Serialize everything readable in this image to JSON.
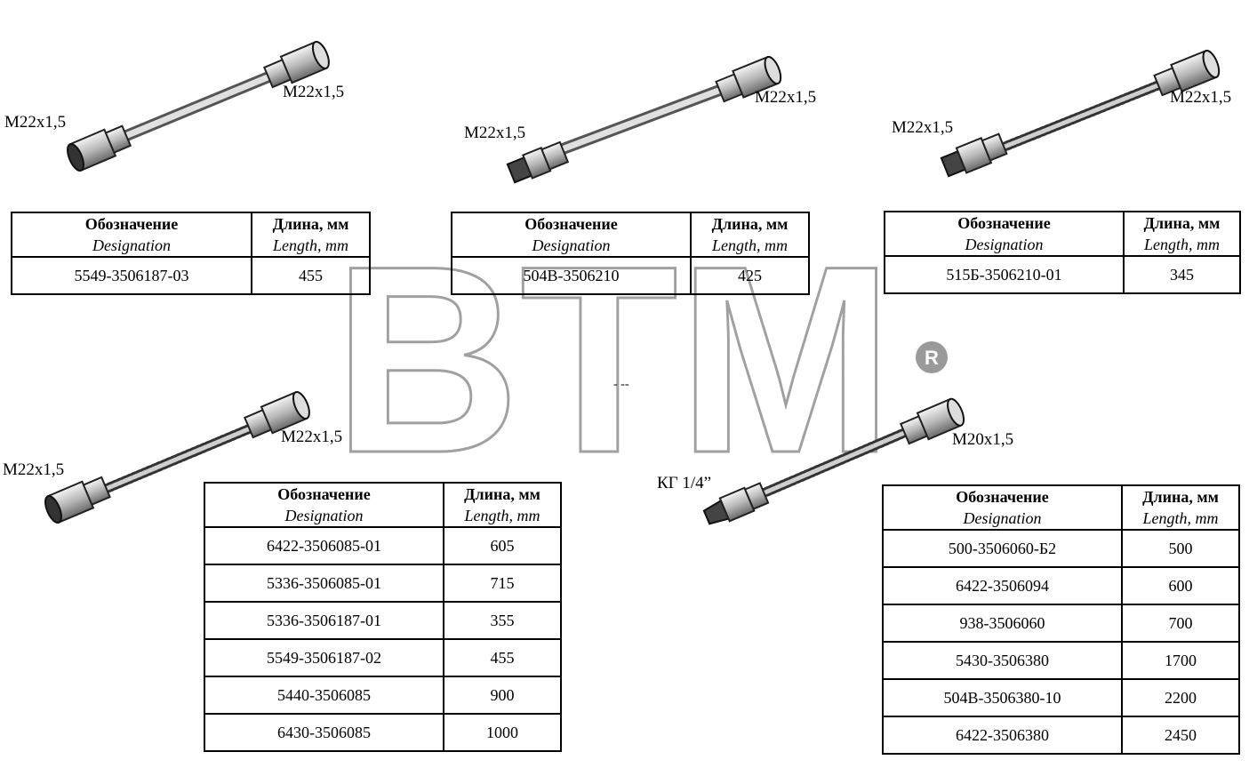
{
  "watermark": {
    "text": "BTM",
    "mark": "®"
  },
  "dash_text": "- --",
  "hoses": [
    {
      "left_label": "M22x1,5",
      "right_label": "M22x1,5"
    },
    {
      "left_label": "M22x1,5",
      "right_label": "M22x1,5"
    },
    {
      "left_label": "M22x1,5",
      "right_label": "M22x1,5"
    },
    {
      "left_label": "M22x1,5",
      "right_label": "M22x1,5"
    },
    {
      "left_label": "КГ 1/4”",
      "right_label": "M20x1,5"
    }
  ],
  "tables": [
    {
      "header": {
        "designation_ru": "Обозначение",
        "designation_en": "Designation",
        "length_ru": "Длина, мм",
        "length_en": "Length, mm"
      },
      "rows": [
        {
          "designation": "5549-3506187-03",
          "length": "455"
        }
      ]
    },
    {
      "header": {
        "designation_ru": "Обозначение",
        "designation_en": "Designation",
        "length_ru": "Длина, мм",
        "length_en": "Length, mm"
      },
      "rows": [
        {
          "designation": "504В-3506210",
          "length": "425"
        }
      ]
    },
    {
      "header": {
        "designation_ru": "Обозначение",
        "designation_en": "Designation",
        "length_ru": "Длина, мм",
        "length_en": "Length, mm"
      },
      "rows": [
        {
          "designation": "515Б-3506210-01",
          "length": "345"
        }
      ]
    },
    {
      "header": {
        "designation_ru": "Обозначение",
        "designation_en": "Designation",
        "length_ru": "Длина, мм",
        "length_en": "Length, mm"
      },
      "rows": [
        {
          "designation": "6422-3506085-01",
          "length": "605"
        },
        {
          "designation": "5336-3506085-01",
          "length": "715"
        },
        {
          "designation": "5336-3506187-01",
          "length": "355"
        },
        {
          "designation": "5549-3506187-02",
          "length": "455"
        },
        {
          "designation": "5440-3506085",
          "length": "900"
        },
        {
          "designation": "6430-3506085",
          "length": "1000"
        }
      ]
    },
    {
      "header": {
        "designation_ru": "Обозначение",
        "designation_en": "Designation",
        "length_ru": "Длина, мм",
        "length_en": "Length, mm"
      },
      "rows": [
        {
          "designation": "500-3506060-Б2",
          "length": "500"
        },
        {
          "designation": "6422-3506094",
          "length": "600"
        },
        {
          "designation": "938-3506060",
          "length": "700"
        },
        {
          "designation": "5430-3506380",
          "length": "1700"
        },
        {
          "designation": "504В-3506380-10",
          "length": "2200"
        },
        {
          "designation": "6422-3506380",
          "length": "2450"
        }
      ]
    }
  ]
}
